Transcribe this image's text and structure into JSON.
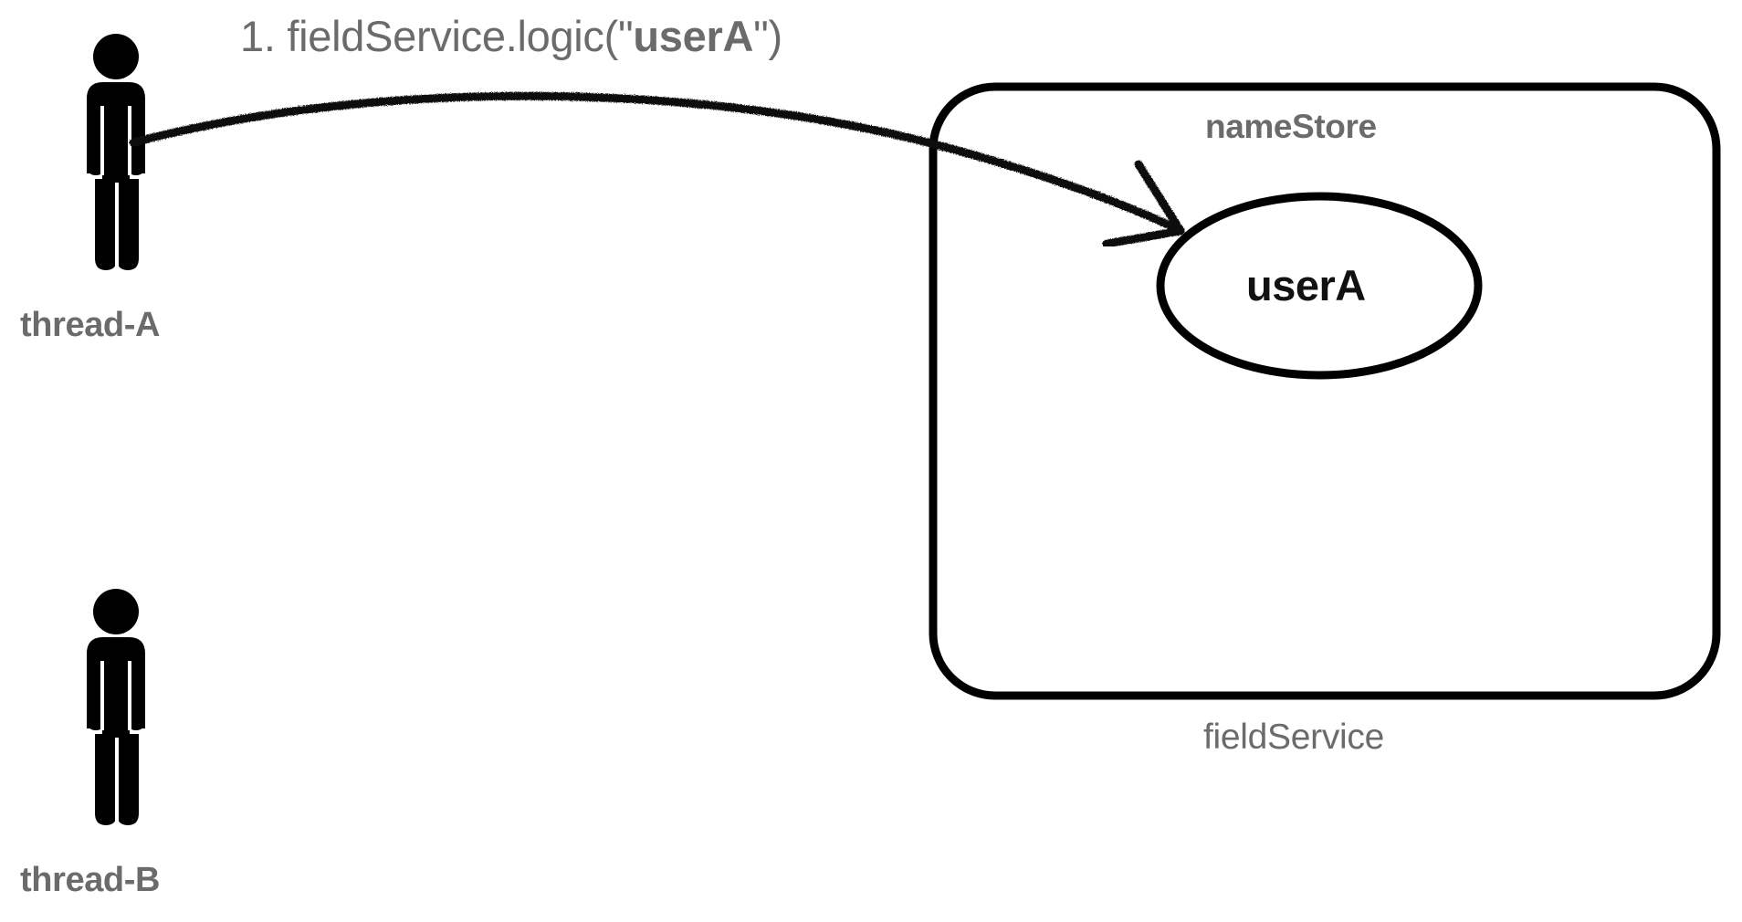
{
  "diagram": {
    "title_text": "1. fieldService.logic(\"userA\")",
    "background_color": "#ffffff",
    "gray_color": "#6b6b6b",
    "black_color": "#111111",
    "call_label": {
      "step_number": "1. ",
      "call_prefix": "fieldService.logic(\"",
      "call_argument": "userA",
      "call_suffix": "\")"
    },
    "actors": [
      {
        "id": "thread-a",
        "label": "thread-A",
        "icon": "person-icon"
      },
      {
        "id": "thread-b",
        "label": "thread-B",
        "icon": "person-icon"
      }
    ],
    "container": {
      "label": "fieldService",
      "inner_label": "nameStore",
      "node": {
        "label": "userA",
        "shape": "ellipse"
      }
    },
    "arrow": {
      "from": "thread-A",
      "to": "userA",
      "style": "hand-drawn-curved",
      "head": "open-barb"
    }
  }
}
